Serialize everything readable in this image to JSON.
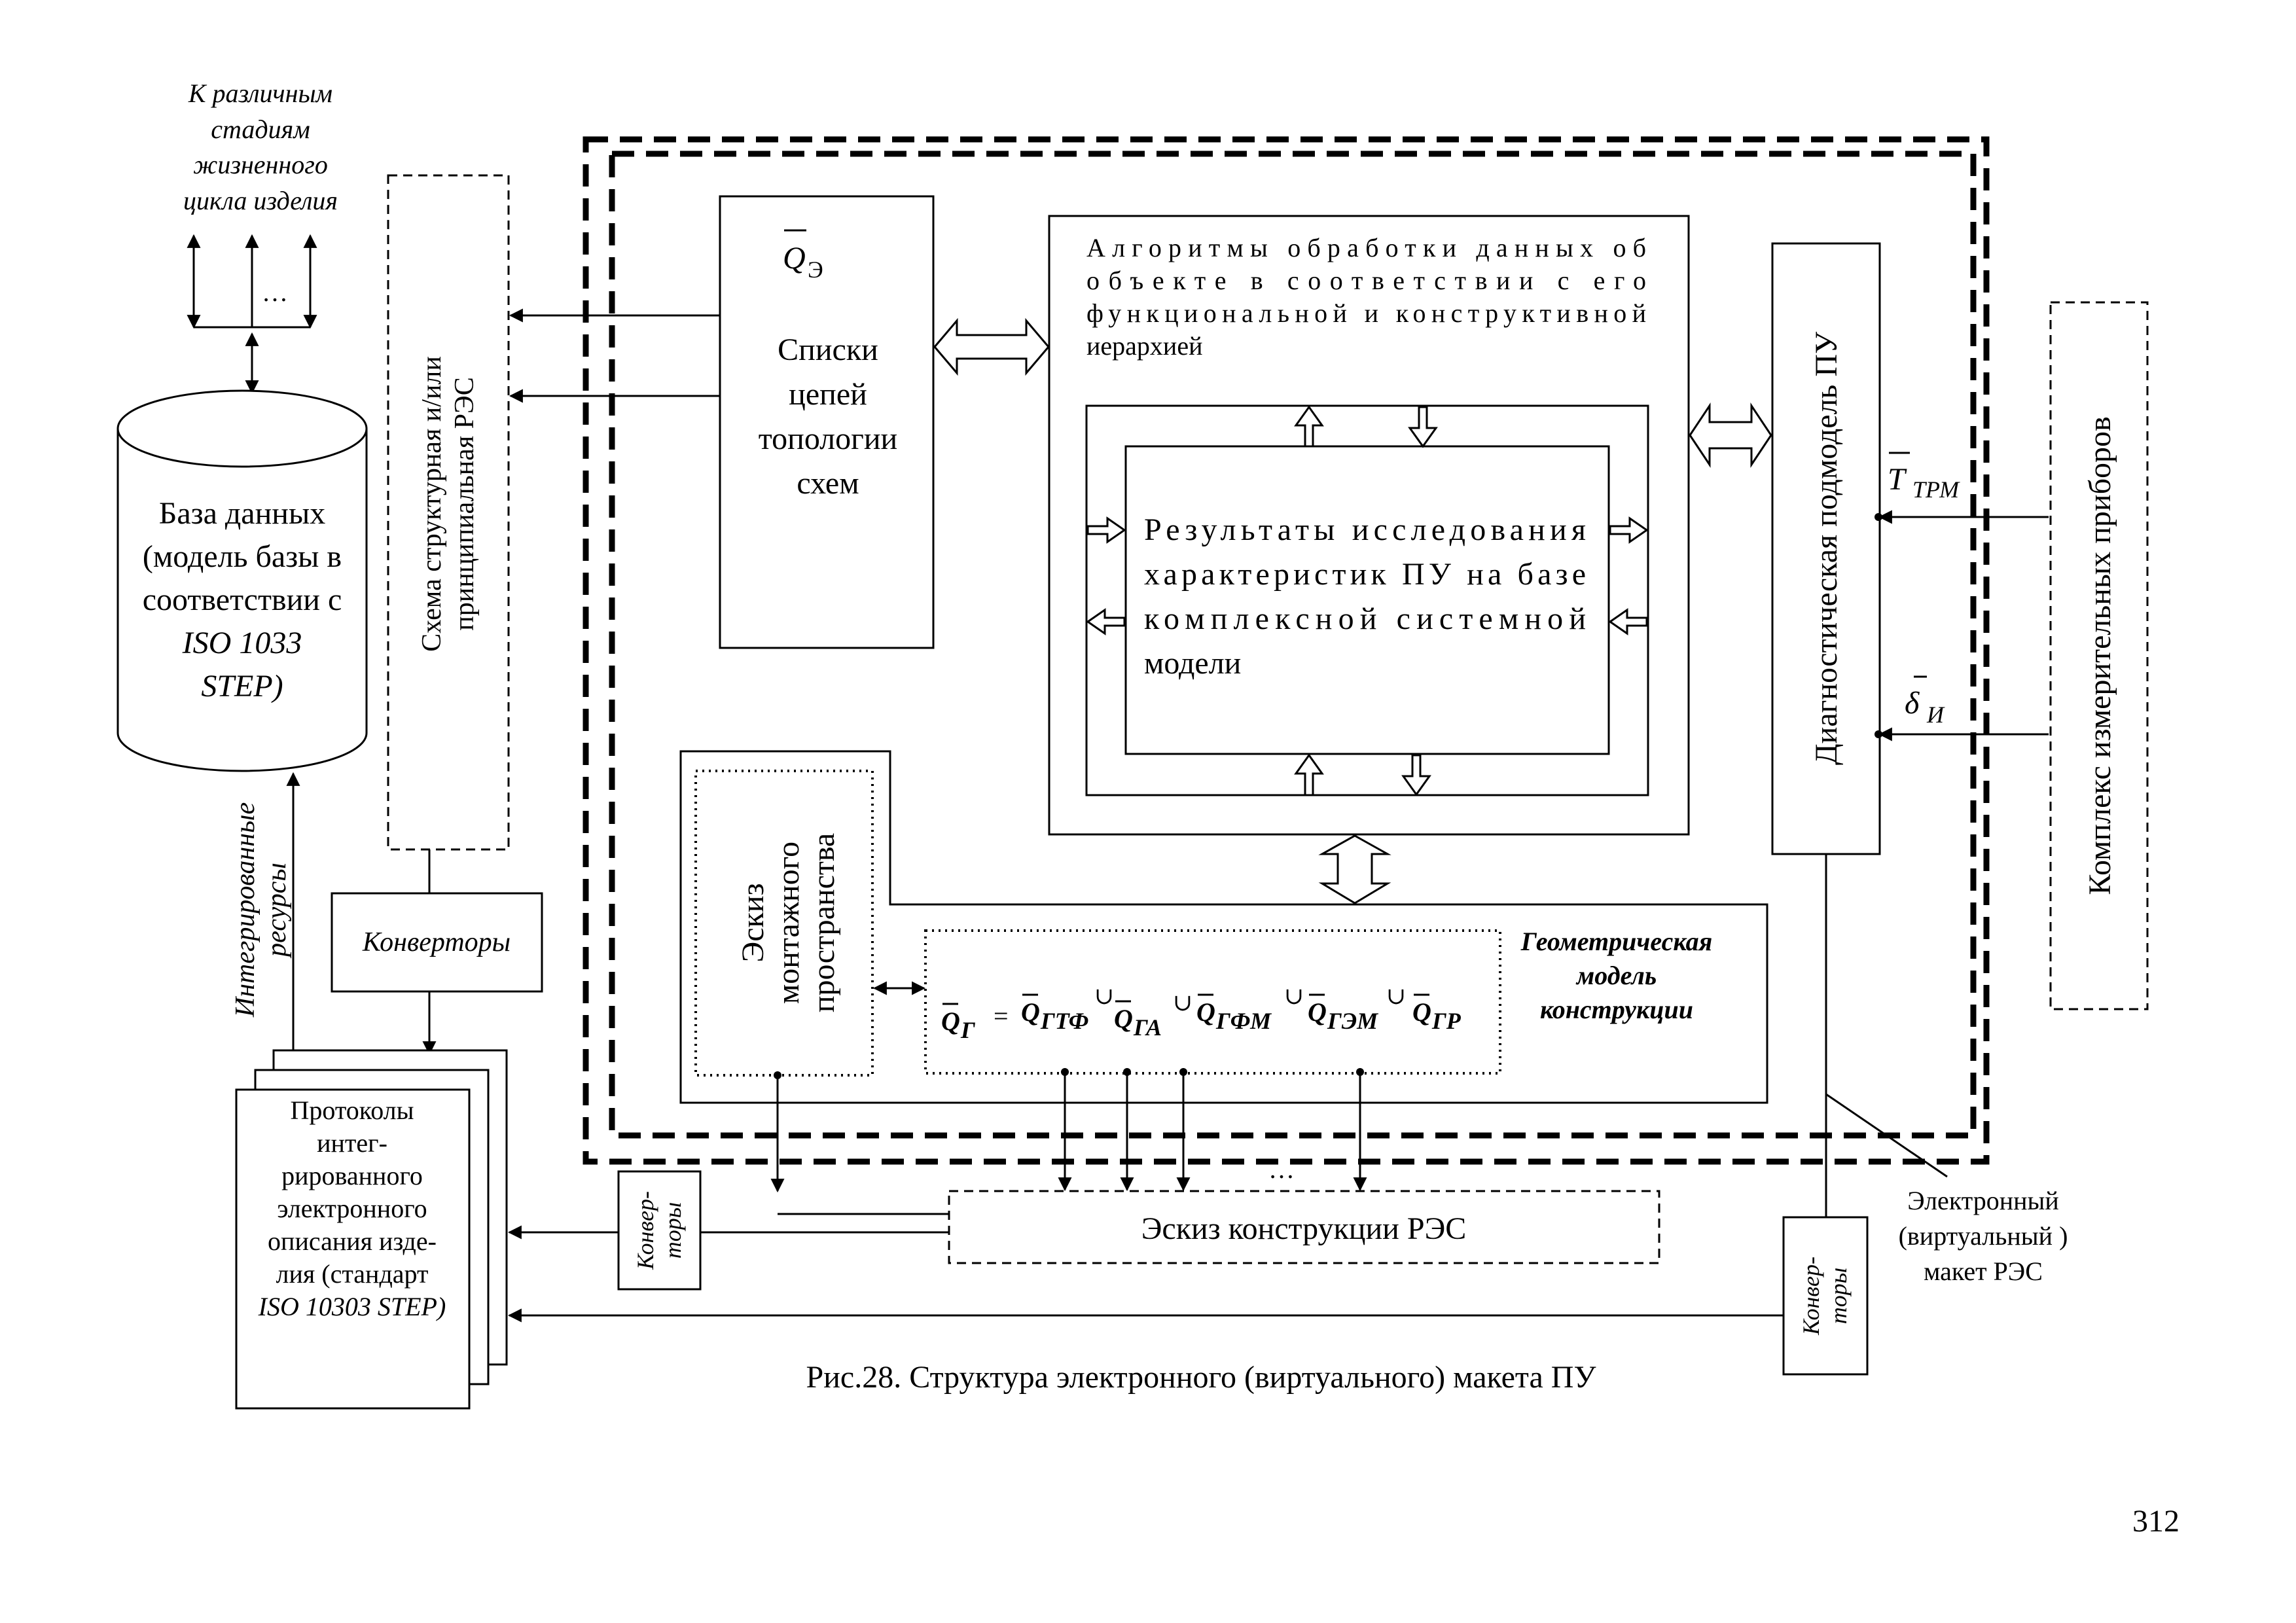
{
  "top_note": [
    "К различным",
    "стадиям",
    "жизненного",
    "цикла изделия"
  ],
  "ellipsis": "…",
  "database": [
    "База данных",
    "(модель базы в",
    "соответствии с",
    "ISO 1033",
    "STEP)"
  ],
  "integrated_resources": [
    "Интегрированные",
    "ресурсы"
  ],
  "schema_label": [
    "Схема структурная и/или",
    "принципиальная РЭС"
  ],
  "converters": "Конверторы",
  "converters_short": [
    "Конвер-",
    "торы"
  ],
  "protocols": [
    "Протоколы",
    "интег-",
    "рированного",
    "электронного",
    "описания изде-",
    "лия (стандарт",
    "ISO 10303 STEP)"
  ],
  "q_e": {
    "letter": "Q",
    "sub": "Э"
  },
  "lists_box": [
    "Списки",
    "цепей",
    "топологии",
    "схем"
  ],
  "algorithms": [
    "Алгоритмы обработки данных об",
    "объекте в соответствии с его",
    "функциональной и конструктивной",
    "иерархией"
  ],
  "results": [
    "Результаты исследования",
    "характеристик ПУ на базе",
    "комплексной системной",
    "модели"
  ],
  "diag_submodel": "Диагностическая подмодель ПУ",
  "t_trm": {
    "letter": "T",
    "sub": "ТРМ"
  },
  "delta_i": {
    "letter": "δ",
    "sub": "И"
  },
  "instruments": "Комплекс измерительных приборов",
  "mount_sketch": [
    "Эскиз",
    "монтажного",
    "пространства"
  ],
  "geom_model": [
    "Геометрическая",
    "модель",
    "конструкции"
  ],
  "formula": {
    "lhs": {
      "letter": "Q",
      "sub": "Г"
    },
    "eq": "=",
    "union": "∪",
    "terms": [
      {
        "letter": "Q",
        "sub": "ГТФ"
      },
      {
        "letter": "Q",
        "sub": "ГА"
      },
      {
        "letter": "Q",
        "sub": "ГФМ"
      },
      {
        "letter": "Q",
        "sub": "ГЭМ"
      },
      {
        "letter": "Q",
        "sub": "ГР"
      }
    ]
  },
  "design_sketch": "Эскиз конструкции РЭС",
  "electronic_mockup": [
    "Электронный",
    "(виртуальный )",
    "макет РЭС"
  ],
  "caption": "Рис.28. Структура электронного (виртуального) макета ПУ",
  "page_number": "312"
}
